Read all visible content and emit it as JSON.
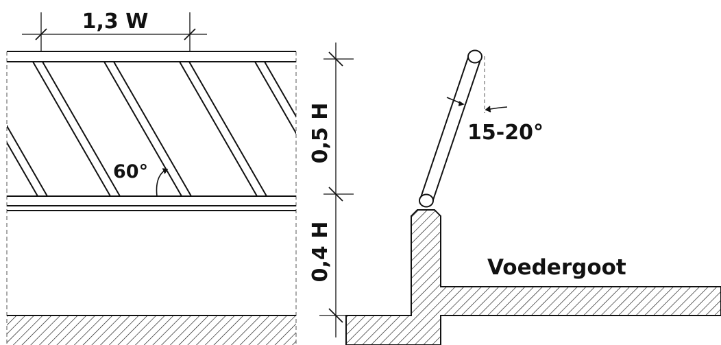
{
  "labels": {
    "width_dim": "1,3 W",
    "upper_height_dim": "0,5 H",
    "lower_height_dim": "0,4 H",
    "bar_angle": "60°",
    "tilt_angle": "15-20°",
    "trough": "Voedergoot"
  },
  "colors": {
    "ink": "#111111",
    "paper": "#ffffff"
  }
}
